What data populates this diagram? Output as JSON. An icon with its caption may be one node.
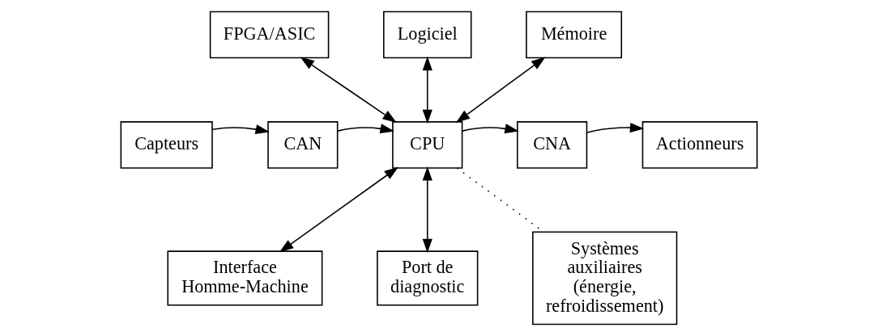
{
  "diagram": {
    "nodes": [
      {
        "text": [
          "FPGA/ASIC"
        ]
      },
      {
        "text": [
          "Logiciel"
        ]
      },
      {
        "text": [
          "Mémoire"
        ]
      },
      {
        "text": [
          "Capteurs"
        ]
      },
      {
        "text": [
          "CAN"
        ]
      },
      {
        "text": [
          "CPU"
        ]
      },
      {
        "text": [
          "CNA"
        ]
      },
      {
        "text": [
          "Actionneurs"
        ]
      },
      {
        "text": [
          "Interface Homme-Machine"
        ]
      },
      {
        "text": [
          "Port de diagnostic"
        ]
      },
      {
        "text": [
          "Systèmes auxiliaires (énergie, refroidissement)"
        ]
      }
    ],
    "edges": [
      {
        "from": 3,
        "to": 4,
        "arrow": "to"
      },
      {
        "from": 4,
        "to": 5,
        "arrow": "to"
      },
      {
        "from": 5,
        "to": 6,
        "arrow": "to"
      },
      {
        "from": 6,
        "to": 7,
        "arrow": "to"
      },
      {
        "from": 0,
        "to": 5,
        "arrow": "both"
      },
      {
        "from": 1,
        "to": 5,
        "arrow": "both"
      },
      {
        "from": 2,
        "to": 5,
        "arrow": "both"
      },
      {
        "from": 5,
        "to": 8,
        "arrow": "both"
      },
      {
        "from": 5,
        "to": 9,
        "arrow": "both"
      },
      {
        "from": 5,
        "to": 10,
        "arrow": "none",
        "style": "dashed"
      }
    ]
  }
}
